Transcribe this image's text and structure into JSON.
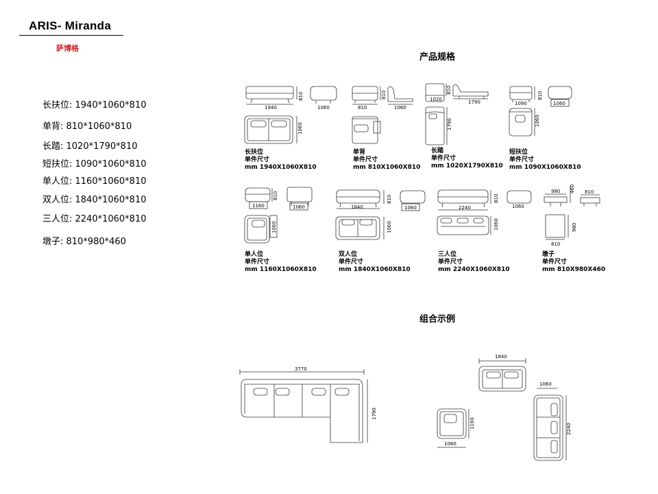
{
  "header": {
    "brand": "ARIS- Miranda",
    "brand_cn": "萨博格"
  },
  "sections": {
    "spec_title": "产品规格",
    "combo_title": "组合示例"
  },
  "spec_list": [
    "长扶位: 1940*1060*810",
    "单背: 810*1060*810",
    "长踏: 1020*1790*810",
    "短扶位: 1090*1060*810",
    "单人位: 1160*1060*810",
    "双人位: 1840*1060*810",
    "三人位: 2240*1060*810",
    "墩子: 810*980*460"
  ],
  "products": [
    {
      "name": "长扶位",
      "unit": "单件尺寸",
      "size": "mm 1940X1060X810",
      "dims": [
        "1940",
        "810",
        "1060",
        "1060"
      ]
    },
    {
      "name": "单背",
      "unit": "单件尺寸",
      "size": "mm 810X1060X810",
      "dims": [
        "810",
        "810",
        "1060"
      ]
    },
    {
      "name": "长踏",
      "unit": "单件尺寸",
      "size": "mm 1020X1790X810",
      "dims": [
        "1020",
        "810",
        "1790",
        "1790"
      ]
    },
    {
      "name": "短扶位",
      "unit": "单件尺寸",
      "size": "mm 1090X1060X810",
      "dims": [
        "1090",
        "810",
        "1060",
        "1060"
      ]
    },
    {
      "name": "单人位",
      "unit": "单件尺寸",
      "size": "mm 1160X1060X810",
      "dims": [
        "1160",
        "810",
        "1060",
        "1060"
      ]
    },
    {
      "name": "双人位",
      "unit": "单件尺寸",
      "size": "mm 1840X1060X810",
      "dims": [
        "1840",
        "810",
        "1060",
        "1060"
      ]
    },
    {
      "name": "三人位",
      "unit": "单件尺寸",
      "size": "mm 2240X1060X810",
      "dims": [
        "2240",
        "810",
        "1060",
        "1060"
      ]
    },
    {
      "name": "墩子",
      "unit": "单件尺寸",
      "size": "mm 810X980X460",
      "dims": [
        "980",
        "460",
        "810",
        "980",
        "810"
      ]
    }
  ],
  "combos": {
    "a": {
      "width": "3770",
      "depth": "1790"
    },
    "b": {
      "top": "1840",
      "chair_h": "1160",
      "chair_w": "1060",
      "side_w": "1060",
      "side_h": "2240"
    }
  }
}
